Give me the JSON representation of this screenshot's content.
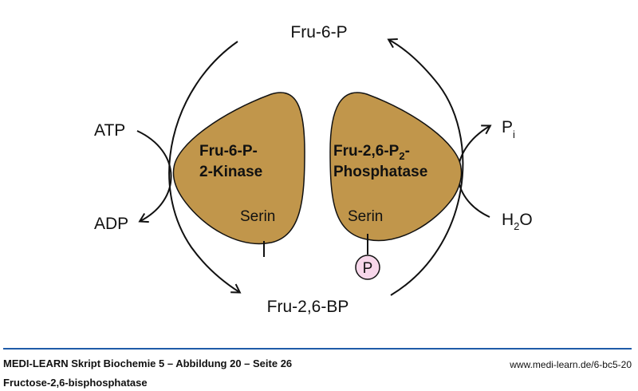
{
  "diagram": {
    "metabolites": {
      "top": "Fru-6-P",
      "bottom": "Fru-2,6-BP"
    },
    "left_cosubstrates": {
      "in": "ATP",
      "out": "ADP"
    },
    "right_cosubstrates": {
      "out_main": "P",
      "out_sub": "i",
      "in_main": "H",
      "in_sub": "2",
      "in_tail": "O"
    },
    "enzymes": [
      {
        "name_line1": "Fru-6-P-",
        "name_line2": "2-Kinase",
        "site": "Serin",
        "phosphorylated": false
      },
      {
        "name_line1_main": "Fru-2,6-P",
        "name_line1_sub": "2",
        "name_line1_tail": "-",
        "name_line2": "Phosphatase",
        "site": "Serin",
        "phosphorylated": true,
        "phospho_label": "P"
      }
    ],
    "colors": {
      "enzyme_fill": "#c1964b",
      "phosphate_fill": "#f7d7ea",
      "stroke": "#111111"
    }
  },
  "footer": {
    "title": "MEDI-LEARN Skript Biochemie 5 – Abbildung 20 – Seite 26",
    "subtitle": "Fructose-2,6-bisphosphatase",
    "url": "www.medi-learn.de/6-bc5-20",
    "rule_color": "#1f5ba8"
  }
}
